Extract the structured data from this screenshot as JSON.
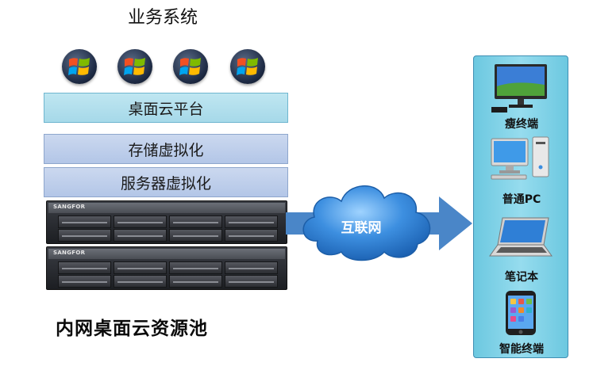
{
  "left": {
    "title": "业务系统",
    "os_icons": [
      "windows-logo-icon",
      "windows-logo-icon",
      "windows-logo-icon",
      "windows-logo-icon"
    ],
    "layers": [
      "桌面云平台",
      "存储虚拟化",
      "服务器虚拟化"
    ],
    "servers": [
      {
        "brand": "SANGFOR"
      },
      {
        "brand": "SANGFOR"
      }
    ],
    "caption": "内网桌面云资源池"
  },
  "network": {
    "label": "互联网",
    "colors": {
      "arrow": "#4a86c8",
      "cloud": "#2f7fd0"
    }
  },
  "terminals": {
    "devices": [
      {
        "icon": "thin-client-monitor-icon",
        "label": "瘦终端"
      },
      {
        "icon": "desktop-pc-icon",
        "label": "普通PC"
      },
      {
        "icon": "laptop-icon",
        "label": "笔记本"
      },
      {
        "icon": "smartphone-icon",
        "label": "智能终端"
      }
    ],
    "colors": {
      "panel": "#7fd3e8"
    }
  }
}
